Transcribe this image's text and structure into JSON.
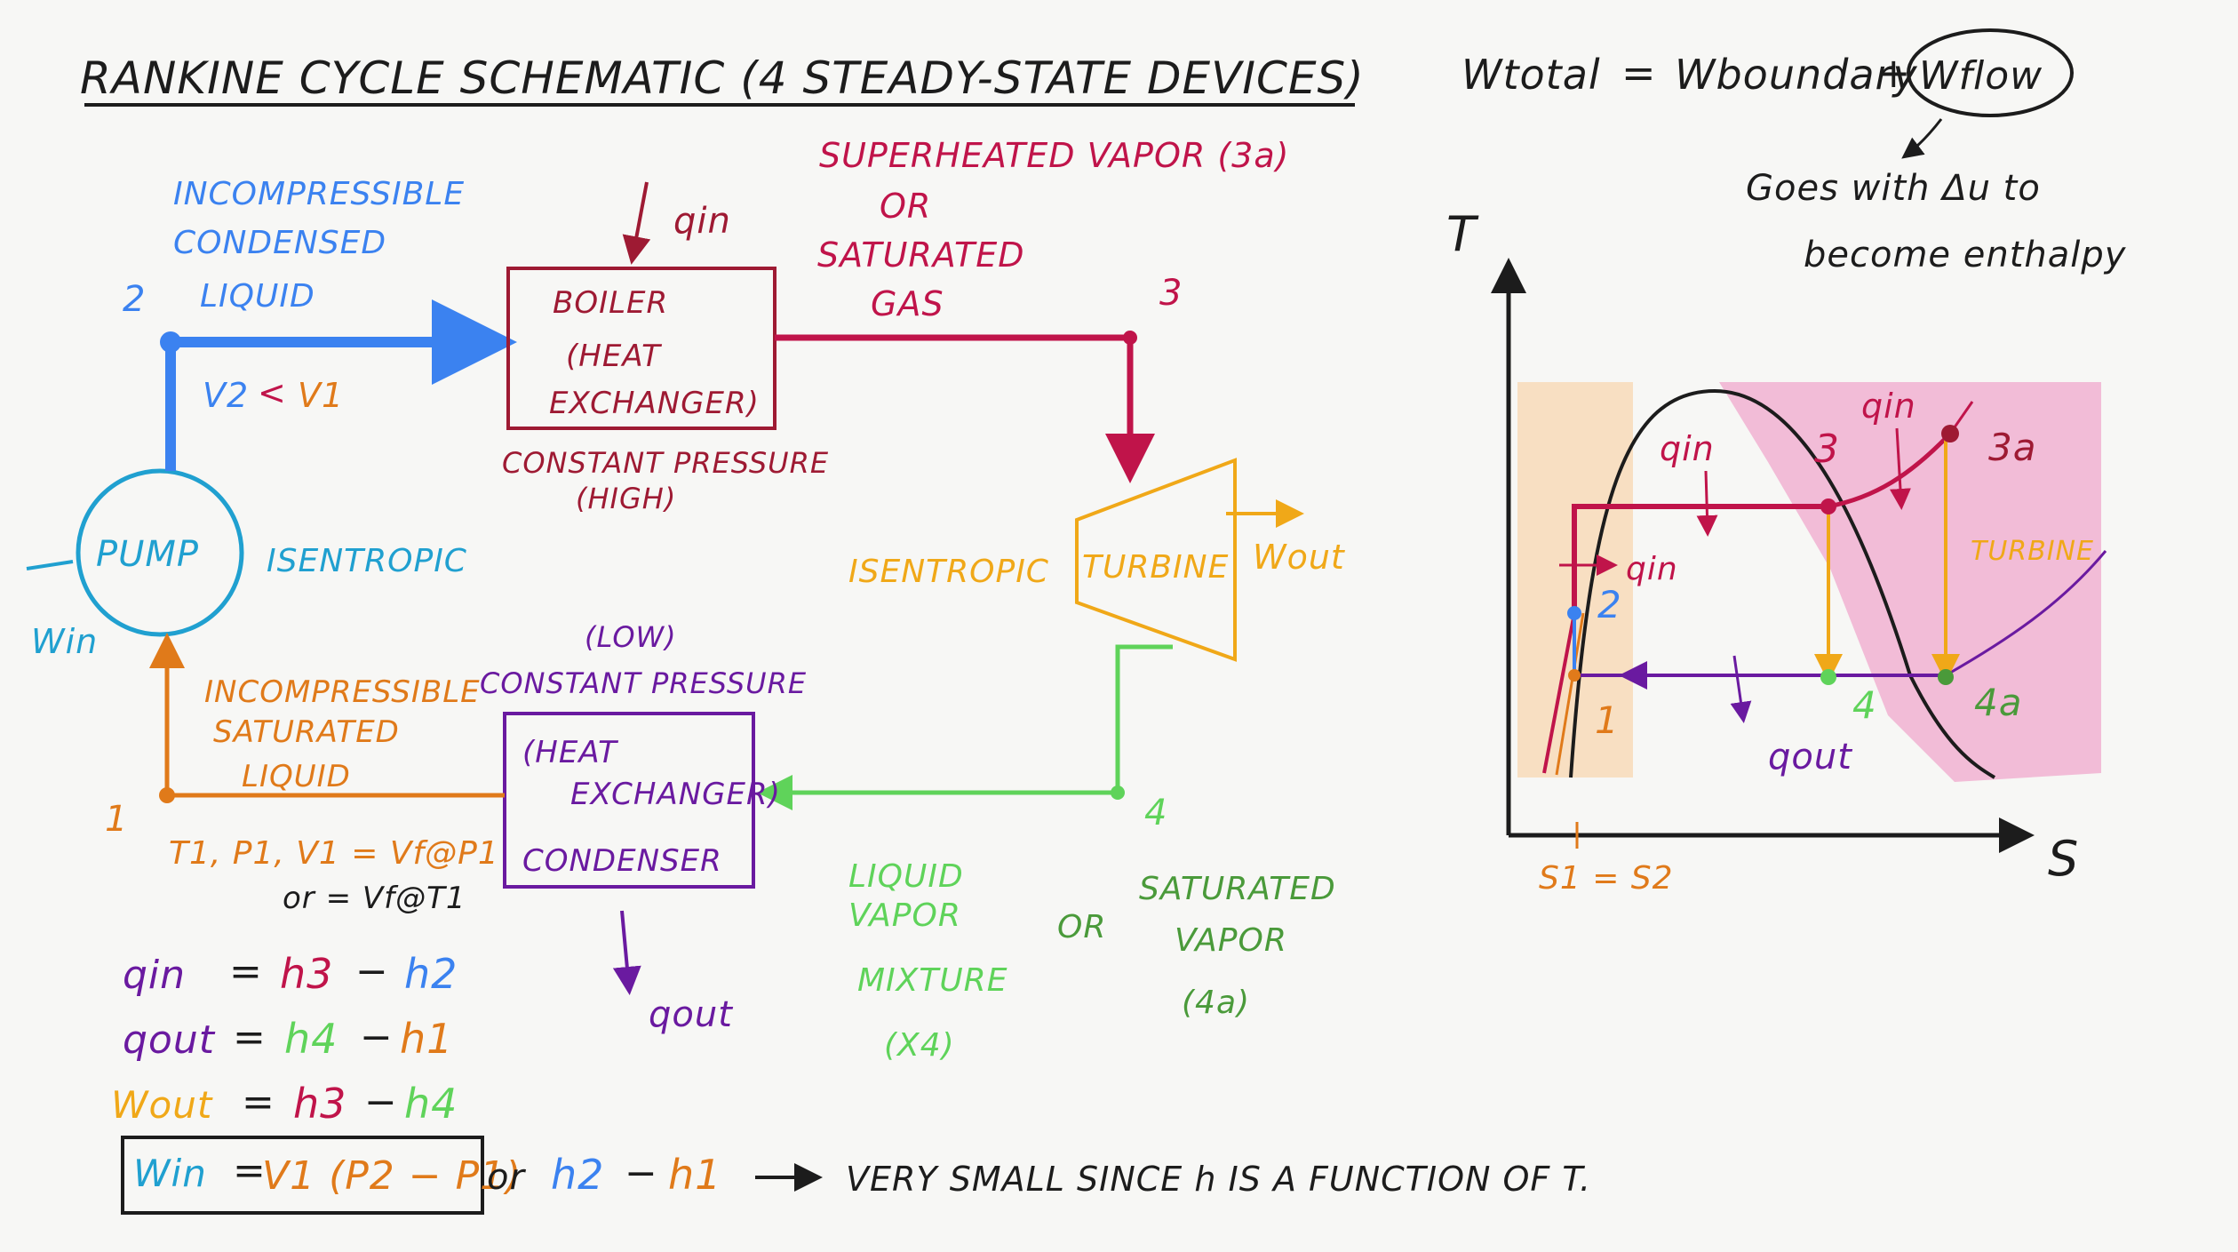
{
  "colors": {
    "ink": "#1c1c1c",
    "blue": "#3b82f0",
    "crimson": "#c0144a",
    "maroon": "#9e1a33",
    "orange": "#e07a1a",
    "amber": "#f0a818",
    "green": "#5fd35a",
    "darkgreen": "#4a9a3a",
    "purple": "#6a1aa0",
    "cyan": "#20a0d0",
    "teal": "#2ab0b8",
    "pink": "#f0a8cc",
    "peach": "#f8d7b0"
  },
  "title": "RANKINE CYCLE SCHEMATIC (4 STEADY-STATE DEVICES)",
  "work_eq": {
    "lhs": "Wtotal",
    "eq": "=",
    "boundary": "Wboundary",
    "plus": "+",
    "flow": "Wflow",
    "note1": "Goes with Δu to",
    "note2": "become enthalpy"
  },
  "schematic": {
    "state2": "2",
    "state1": "1",
    "state3": "3",
    "state4": "4",
    "pump_label": "PUMP",
    "pump_process": "ISENTROPIC",
    "win": "Win",
    "incompressible_condensed": [
      "INCOMPRESSIBLE",
      "CONDENSED",
      "LIQUID"
    ],
    "v_relation": [
      "V2",
      "<",
      "V1"
    ],
    "boiler": [
      "BOILER",
      "(HEAT",
      "EXCHANGER)"
    ],
    "qin": "qin",
    "boiler_pressure": [
      "CONSTANT PRESSURE",
      "(HIGH)"
    ],
    "superheated": [
      "SUPERHEATED VAPOR (3a)",
      "OR",
      "SATURATED",
      "GAS"
    ],
    "turbine": "TURBINE",
    "turbine_process": "ISENTROPIC",
    "wout": "Wout",
    "condenser": [
      "(HEAT",
      "EXCHANGER)",
      "CONDENSER"
    ],
    "condenser_pressure": [
      "(LOW)",
      "CONSTANT PRESSURE"
    ],
    "qout": "qout",
    "incompressible_saturated": [
      "INCOMPRESSIBLE",
      "SATURATED",
      "LIQUID"
    ],
    "state1_props": [
      "T1, P1, V1 = Vf@P1",
      "or = Vf@T1"
    ],
    "liquid_vapor": [
      "LIQUID",
      "VAPOR",
      "MIXTURE",
      "(X4)"
    ],
    "or": "OR",
    "saturated_vapor": [
      "SATURATED",
      "VAPOR",
      "(4a)"
    ]
  },
  "equations": {
    "qin": {
      "lhs": "qin",
      "op": "=",
      "a": "h3",
      "minus": "−",
      "b": "h2"
    },
    "qout": {
      "lhs": "qout",
      "op": "=",
      "a": "h4",
      "minus": "−",
      "b": "h1"
    },
    "wout": {
      "lhs": "Wout",
      "op": "=",
      "a": "h3",
      "minus": "−",
      "b": "h4"
    },
    "win": {
      "lhs": "Win",
      "op": "=",
      "a": "V1 (P2 − P1)",
      "or": "or",
      "b": "h2",
      "minus": "−",
      "c": "h1",
      "note": "VERY SMALL SINCE h IS A FUNCTION OF T."
    }
  },
  "ts_diagram": {
    "t_axis": "T",
    "s_axis": "S",
    "s_equal": "S1 = S2",
    "qin_a": "qin",
    "qin_b": "qin",
    "qin_c": "qin",
    "qout": "qout",
    "turbine": "TURBINE",
    "p1": "1",
    "p2": "2",
    "p3": "3",
    "p3a": "3a",
    "p4": "4",
    "p4a": "4a"
  }
}
